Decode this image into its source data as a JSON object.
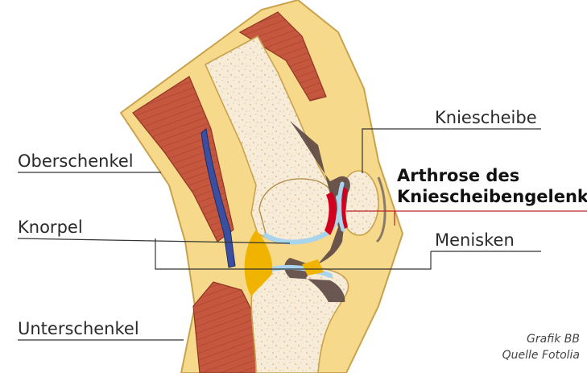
{
  "labels": {
    "oberschenkel": "Oberschenkel",
    "knorpel": "Knorpel",
    "unterschenkel": "Unterschenkel",
    "kniescheibe": "Kniescheibe",
    "arthrose_line1": "Arthrose des",
    "arthrose_line2": "Kniescheibengelenks",
    "menisken": "Menisken"
  },
  "credit": {
    "line1": "Grafik BB",
    "line2": "Quelle Fotolia"
  },
  "colors": {
    "skin": "#f6d98a",
    "skin_outline": "#c9a24e",
    "muscle": "#c6573f",
    "bone_spongy": "#f7ecd8",
    "bone_dots": "#e2c9a8",
    "cartilage": "#a9d4ee",
    "meniscus": "#f0b300",
    "arthrosis_highlight": "#d2001e",
    "vessel": "#3a4fa0",
    "joint_space": "#5e4a45",
    "leader_line": "#333333",
    "accent_line": "#c0202b"
  }
}
